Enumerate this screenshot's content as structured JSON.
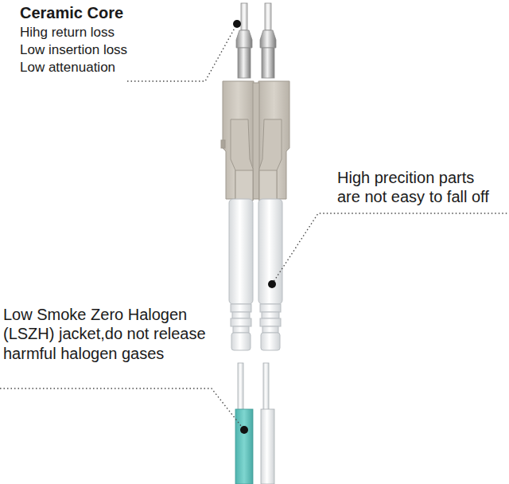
{
  "diagram": {
    "labels": [
      "Ceramic Core",
      "Hihg return loss",
      "Low insertion loss",
      "Low attenuation",
      "High precition parts are not easy to fall off",
      "Low Smoke Zero Halogen (LSZH) jacket,do not release harmful halogen gases"
    ]
  }
}
